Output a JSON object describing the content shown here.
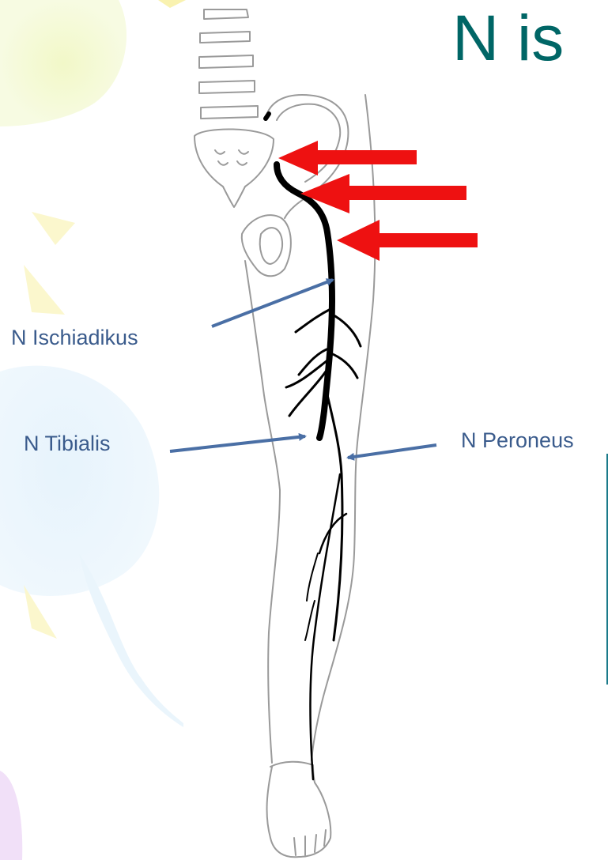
{
  "title": "N is",
  "labels": {
    "ischiadikus": "N Ischiadikus",
    "tibialis": "N Tibialis",
    "peroneus": "N Peroneus"
  },
  "colors": {
    "title": "#006666",
    "label_text": "#3a5b8c",
    "pointer_arrow": "#4a6fa5",
    "highlight_arrow": "#ee1111",
    "nerve": "#000000",
    "outline": "#9a9a9a",
    "side_box": "#1a7a8a"
  },
  "icons": {
    "highlight_arrows": "arrow-left-icon",
    "pointer_arrows": "arrow-right-icon"
  }
}
